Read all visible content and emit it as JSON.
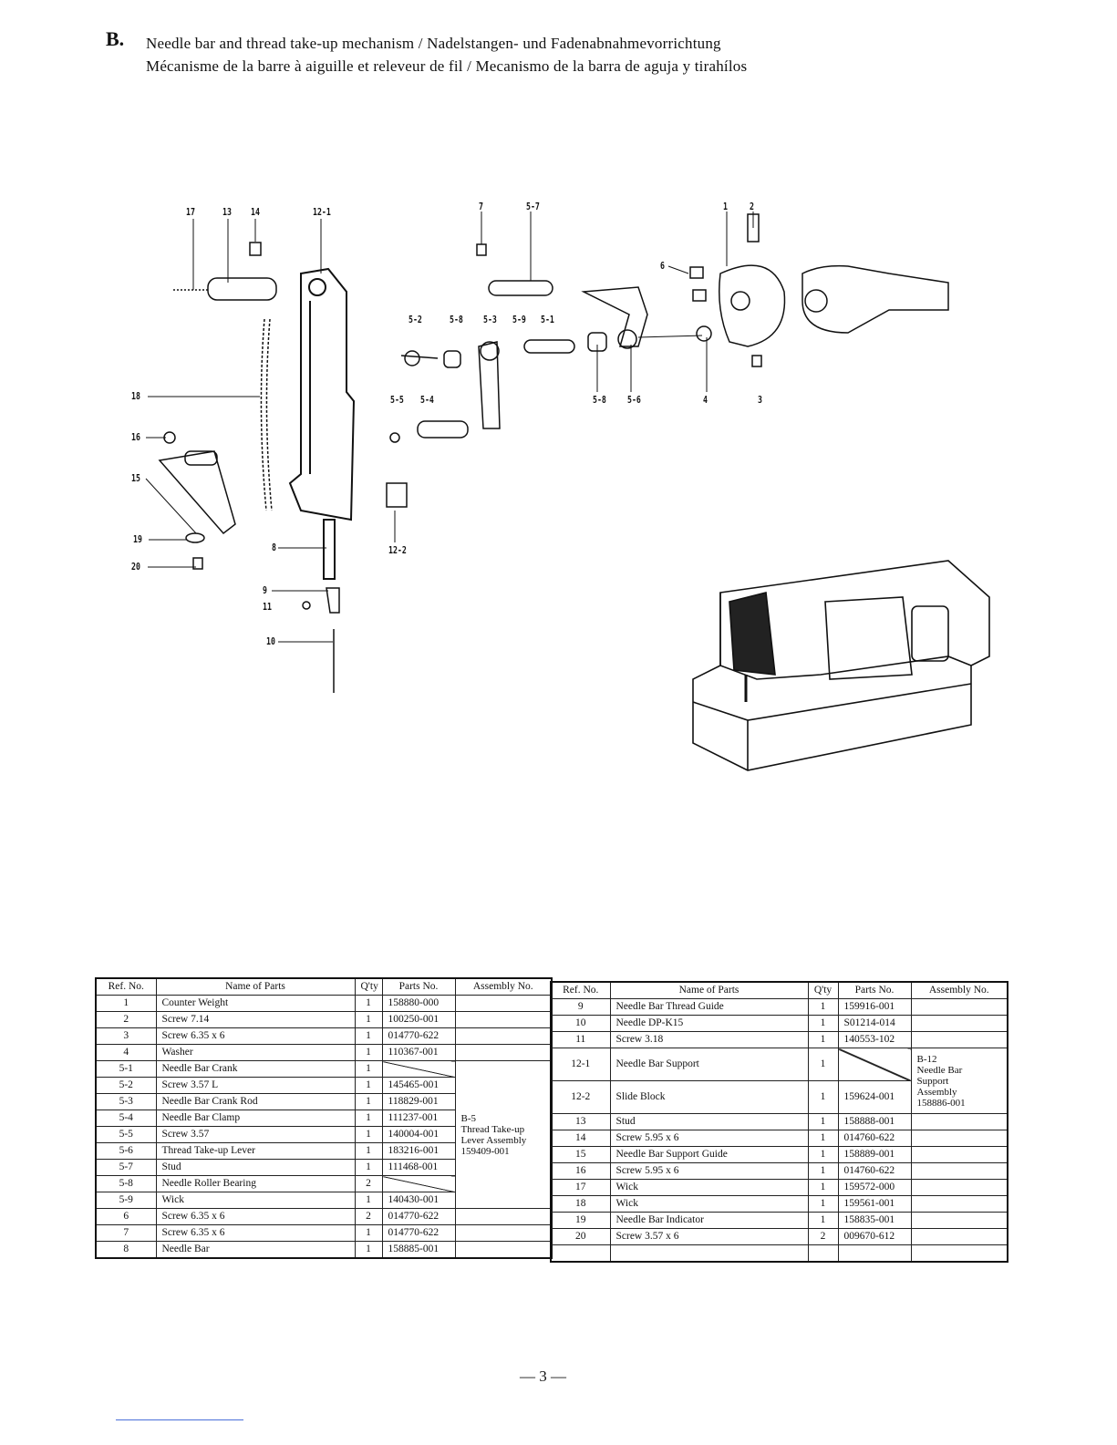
{
  "header": {
    "section": "B.",
    "title_line1": "Needle bar and thread take-up mechanism / Nadelstangen- und Fadenabnahmevorrichtung",
    "title_line2": "Mécanisme de la barre à aiguille et releveur de fil / Mecanismo de la barra de aguja y tirahílos"
  },
  "diagram": {
    "labels": [
      "17",
      "13",
      "14",
      "12-1",
      "7",
      "5-7",
      "1",
      "2",
      "6",
      "5-2",
      "5-8",
      "5-3",
      "5-9",
      "5-1",
      "5-5",
      "5-4",
      "5-8",
      "5-6",
      "4",
      "3",
      "18",
      "16",
      "15",
      "19",
      "20",
      "8",
      "9",
      "11",
      "10",
      "12-2"
    ]
  },
  "table_headers": {
    "ref": "Ref. No.",
    "name": "Name of Parts",
    "qty": "Q'ty",
    "parts_no": "Parts No.",
    "assembly": "Assembly No."
  },
  "left_table": {
    "rows": [
      {
        "ref": "1",
        "name": "Counter Weight",
        "qty": "1",
        "parts_no": "158880-000"
      },
      {
        "ref": "2",
        "name": "Screw 7.14",
        "qty": "1",
        "parts_no": "100250-001"
      },
      {
        "ref": "3",
        "name": "Screw 6.35 x 6",
        "qty": "1",
        "parts_no": "014770-622"
      },
      {
        "ref": "4",
        "name": "Washer",
        "qty": "1",
        "parts_no": "110367-001"
      },
      {
        "ref": "5-1",
        "name": "Needle Bar Crank",
        "qty": "1",
        "parts_no": ""
      },
      {
        "ref": "5-2",
        "name": "Screw 3.57 L",
        "qty": "1",
        "parts_no": "145465-001"
      },
      {
        "ref": "5-3",
        "name": "Needle Bar Crank Rod",
        "qty": "1",
        "parts_no": "118829-001"
      },
      {
        "ref": "5-4",
        "name": "Needle Bar Clamp",
        "qty": "1",
        "parts_no": "111237-001"
      },
      {
        "ref": "5-5",
        "name": "Screw 3.57",
        "qty": "1",
        "parts_no": "140004-001"
      },
      {
        "ref": "5-6",
        "name": "Thread Take-up Lever",
        "qty": "1",
        "parts_no": "183216-001"
      },
      {
        "ref": "5-7",
        "name": "Stud",
        "qty": "1",
        "parts_no": "111468-001"
      },
      {
        "ref": "5-8",
        "name": "Needle Roller Bearing",
        "qty": "2",
        "parts_no": ""
      },
      {
        "ref": "5-9",
        "name": "Wick",
        "qty": "1",
        "parts_no": "140430-001"
      },
      {
        "ref": "6",
        "name": "Screw 6.35 x 6",
        "qty": "2",
        "parts_no": "014770-622"
      },
      {
        "ref": "7",
        "name": "Screw 6.35 x 6",
        "qty": "1",
        "parts_no": "014770-622"
      },
      {
        "ref": "8",
        "name": "Needle Bar",
        "qty": "1",
        "parts_no": "158885-001"
      }
    ],
    "assembly_b5": {
      "line1": "B-5",
      "line2": "Thread Take-up",
      "line3": "Lever Assembly",
      "line4": "159409-001"
    }
  },
  "right_table": {
    "rows": [
      {
        "ref": "9",
        "name": "Needle Bar Thread Guide",
        "qty": "1",
        "parts_no": "159916-001"
      },
      {
        "ref": "10",
        "name": "Needle DP-K15",
        "qty": "1",
        "parts_no": "S01214-014"
      },
      {
        "ref": "11",
        "name": "Screw 3.18",
        "qty": "1",
        "parts_no": "140553-102"
      },
      {
        "ref": "12-1",
        "name": "Needle Bar Support",
        "qty": "1",
        "parts_no": ""
      },
      {
        "ref": "12-2",
        "name": "Slide Block",
        "qty": "1",
        "parts_no": "159624-001"
      },
      {
        "ref": "13",
        "name": "Stud",
        "qty": "1",
        "parts_no": "158888-001"
      },
      {
        "ref": "14",
        "name": "Screw 5.95 x 6",
        "qty": "1",
        "parts_no": "014760-622"
      },
      {
        "ref": "15",
        "name": "Needle Bar Support Guide",
        "qty": "1",
        "parts_no": "158889-001"
      },
      {
        "ref": "16",
        "name": "Screw 5.95 x 6",
        "qty": "1",
        "parts_no": "014760-622"
      },
      {
        "ref": "17",
        "name": "Wick",
        "qty": "1",
        "parts_no": "159572-000"
      },
      {
        "ref": "18",
        "name": "Wick",
        "qty": "1",
        "parts_no": "159561-001"
      },
      {
        "ref": "19",
        "name": "Needle Bar Indicator",
        "qty": "1",
        "parts_no": "158835-001"
      },
      {
        "ref": "20",
        "name": "Screw 3.57 x 6",
        "qty": "2",
        "parts_no": "009670-612"
      }
    ],
    "assembly_b12": {
      "line1": "B-12",
      "line2": "Needle Bar",
      "line3": "Support",
      "line4": "Assembly",
      "line5": "158886-001"
    }
  },
  "footer": {
    "page": "— 3 —"
  }
}
